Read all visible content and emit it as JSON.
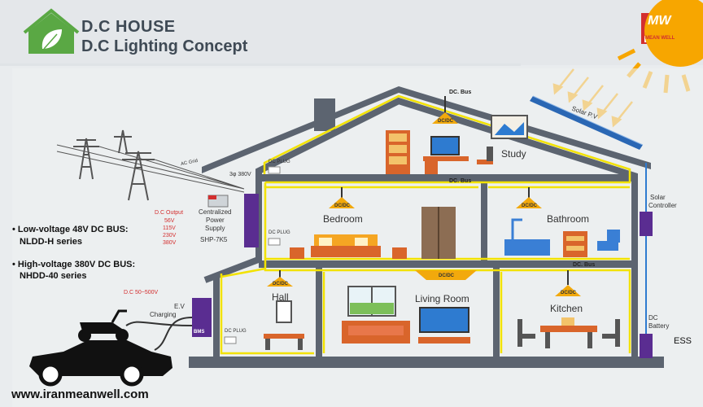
{
  "header": {
    "title_line1": "D.C HOUSE",
    "title_line2": "D.C Lighting Concept",
    "logo_icon": "house-leaf-icon"
  },
  "brand": {
    "logo_text": "MW",
    "logo_subtext": "MEAN WELL",
    "website": "www.iranmeanwell.com",
    "color": "#d32f2f"
  },
  "grid": {
    "ac_grid_label": "AC Grid",
    "phase_label": "3φ 380V"
  },
  "supply": {
    "label_line1": "Centralized",
    "label_line2": "Power",
    "label_line3": "Supply",
    "model": "SHP-7K5",
    "output_title": "D.C Output",
    "outputs": [
      "56V",
      "115V",
      "230V",
      "380V"
    ]
  },
  "bullets": [
    {
      "line1": "• Low-voltage 48V DC BUS:",
      "line2": "NLDD-H series"
    },
    {
      "line1": "• High-voltage 380V DC BUS:",
      "line2": "NHDD-40 series"
    }
  ],
  "ev": {
    "range": "D.C  50~500V",
    "label_line1": "E.V",
    "label_line2": "Charging",
    "bms": "BMS"
  },
  "house": {
    "dc_bus_label": "DC. Bus",
    "dc_dc_label": "DC/DC",
    "dc_plug_label": "DC PLUG",
    "rooms": {
      "study": "Study",
      "bedroom": "Bedroom",
      "bathroom": "Bathroom",
      "hall": "Hall",
      "living_room": "Living Room",
      "kitchen": "Kitchen"
    }
  },
  "solar": {
    "panel_label": "Solar P.V",
    "controller_line1": "Solar",
    "controller_line2": "Controller"
  },
  "battery": {
    "line1": "DC",
    "line2": "Battery",
    "ess": "ESS"
  },
  "colors": {
    "wall": "#5c6470",
    "bus": "#f2e200",
    "device": "#5a2d91",
    "roof_gray": "#e3e6e8",
    "sun": "#f7a600"
  }
}
